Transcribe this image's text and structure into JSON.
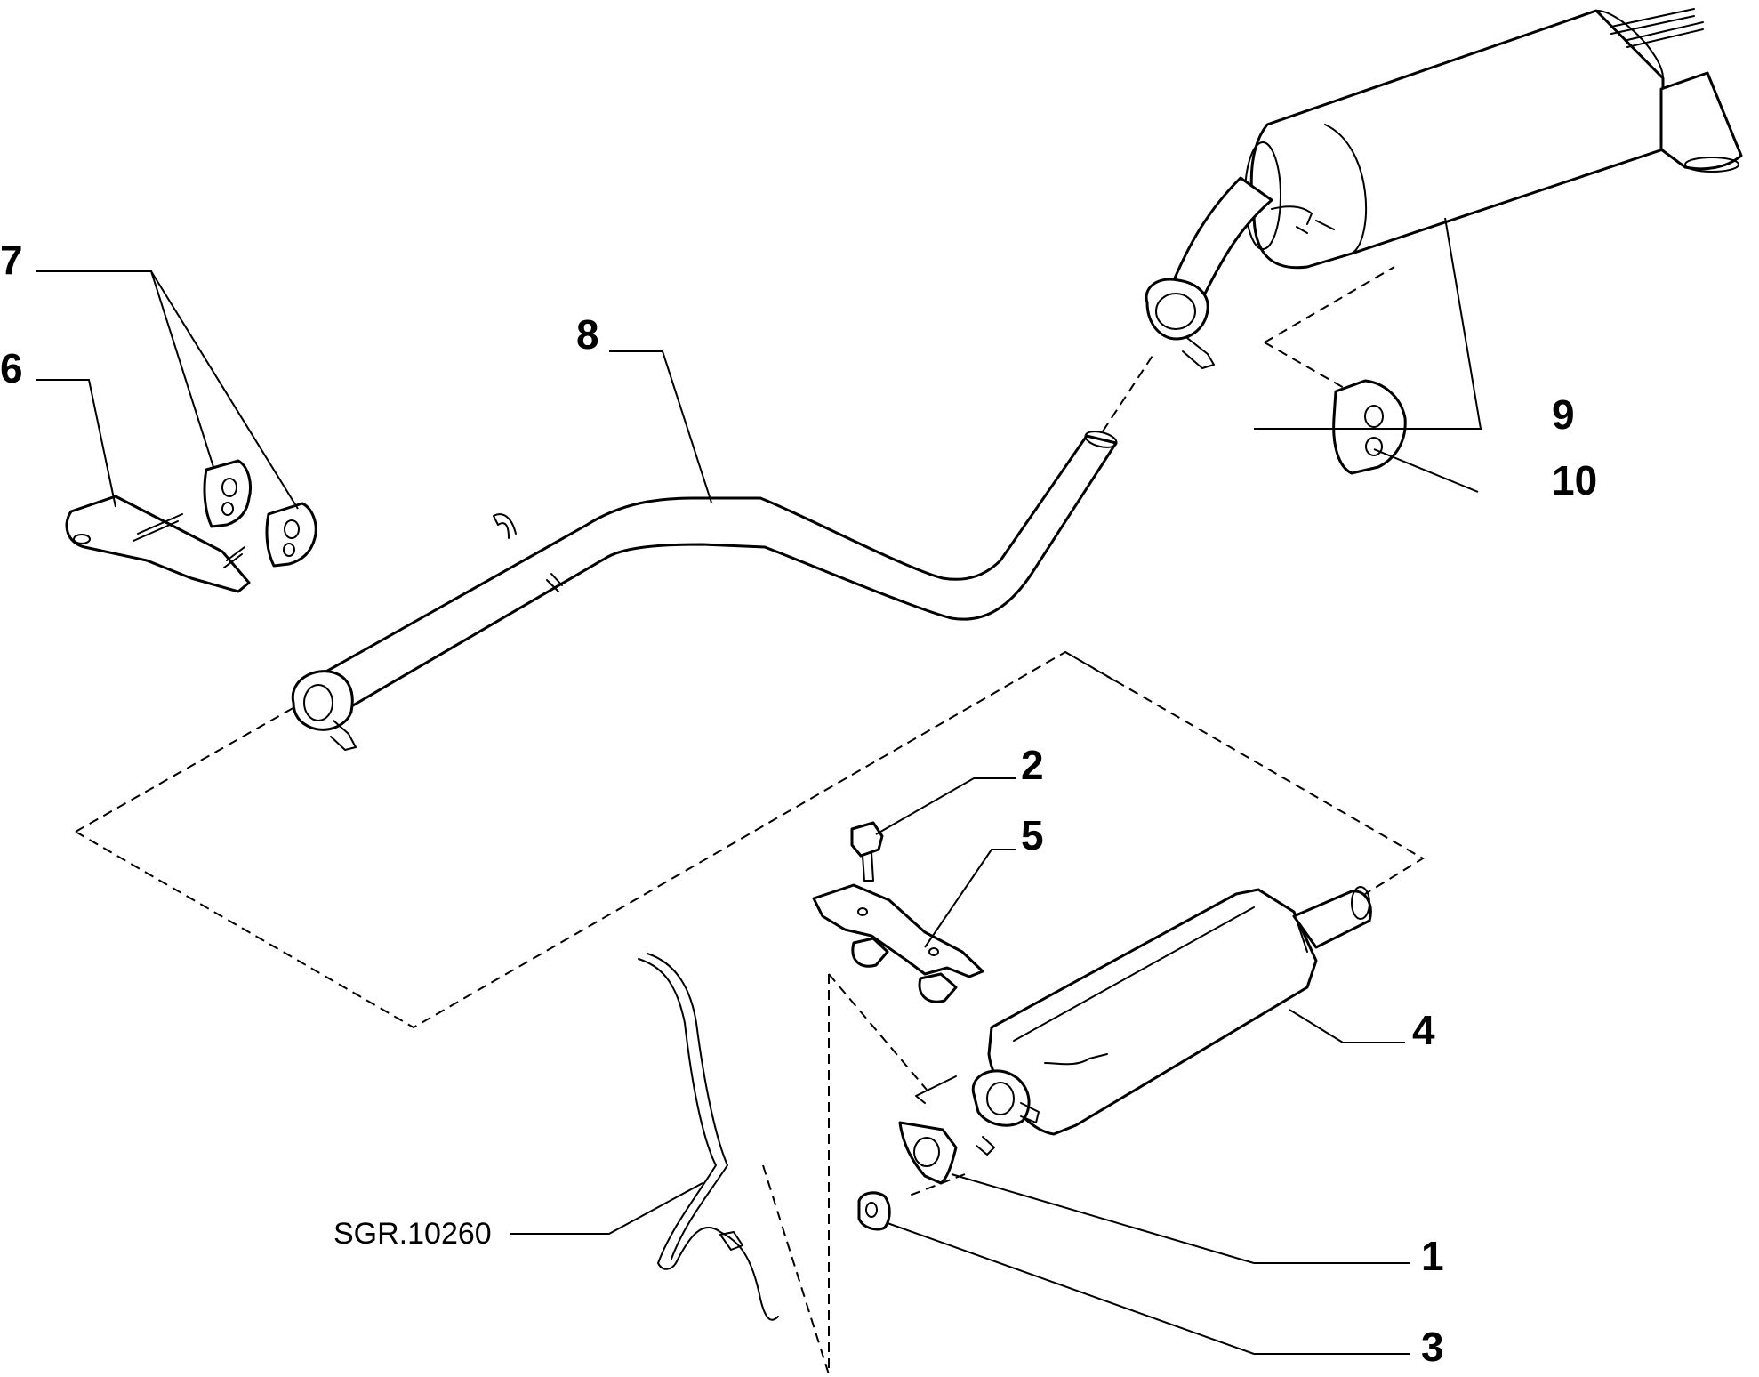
{
  "callouts": {
    "c1": "1",
    "c2": "2",
    "c3": "3",
    "c4": "4",
    "c5": "5",
    "c6": "6",
    "c7": "7",
    "c8": "8",
    "c9": "9",
    "c10": "10"
  },
  "reference_code": "SGR.10260",
  "colors": {
    "line": "#000000",
    "background": "#ffffff"
  }
}
